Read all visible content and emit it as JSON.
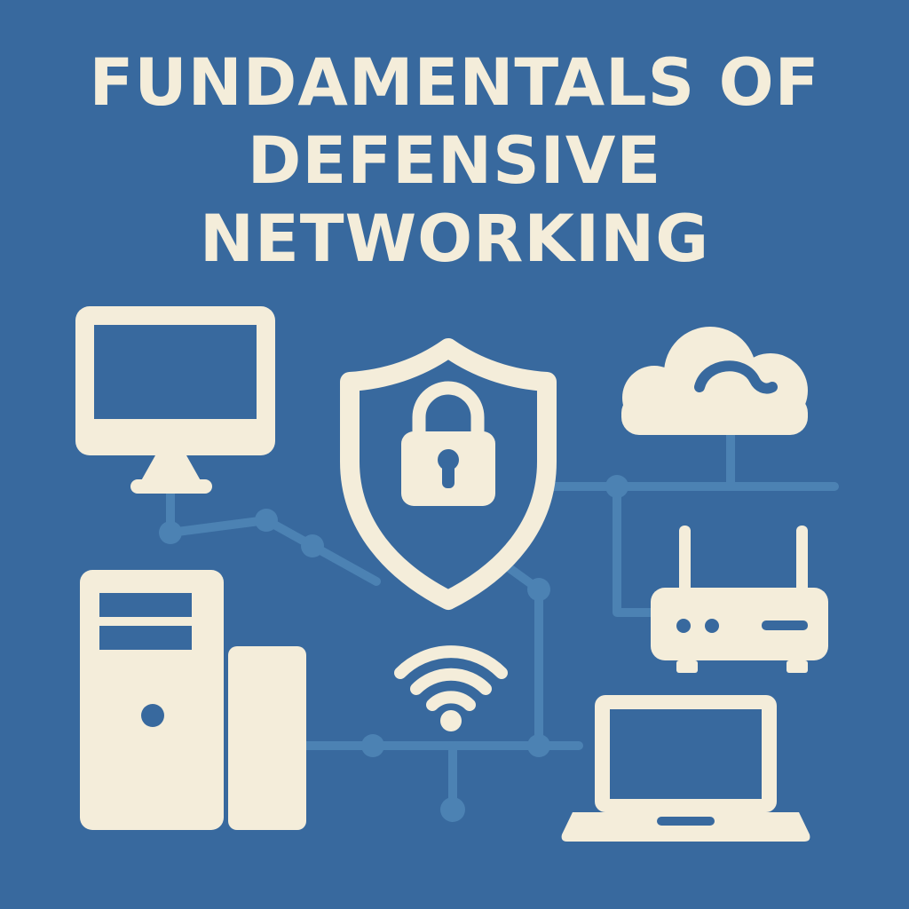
{
  "poster": {
    "title": {
      "line1": "FUNDAMENTALS OF",
      "line2": "DEFENSIVE",
      "line3": "NETWORKING"
    }
  },
  "colors": {
    "background": "#38699E",
    "icon-cream": "#F4EDDA",
    "connector-blue": "#4C82B3"
  },
  "icons": [
    {
      "label": "desktop monitor"
    },
    {
      "label": "shield with padlock"
    },
    {
      "label": "cloud"
    },
    {
      "label": "router with antennas"
    },
    {
      "label": "tower server"
    },
    {
      "label": "server side panel"
    },
    {
      "label": "wifi signal"
    },
    {
      "label": "laptop"
    },
    {
      "label": "network connector lines with nodes"
    }
  ]
}
